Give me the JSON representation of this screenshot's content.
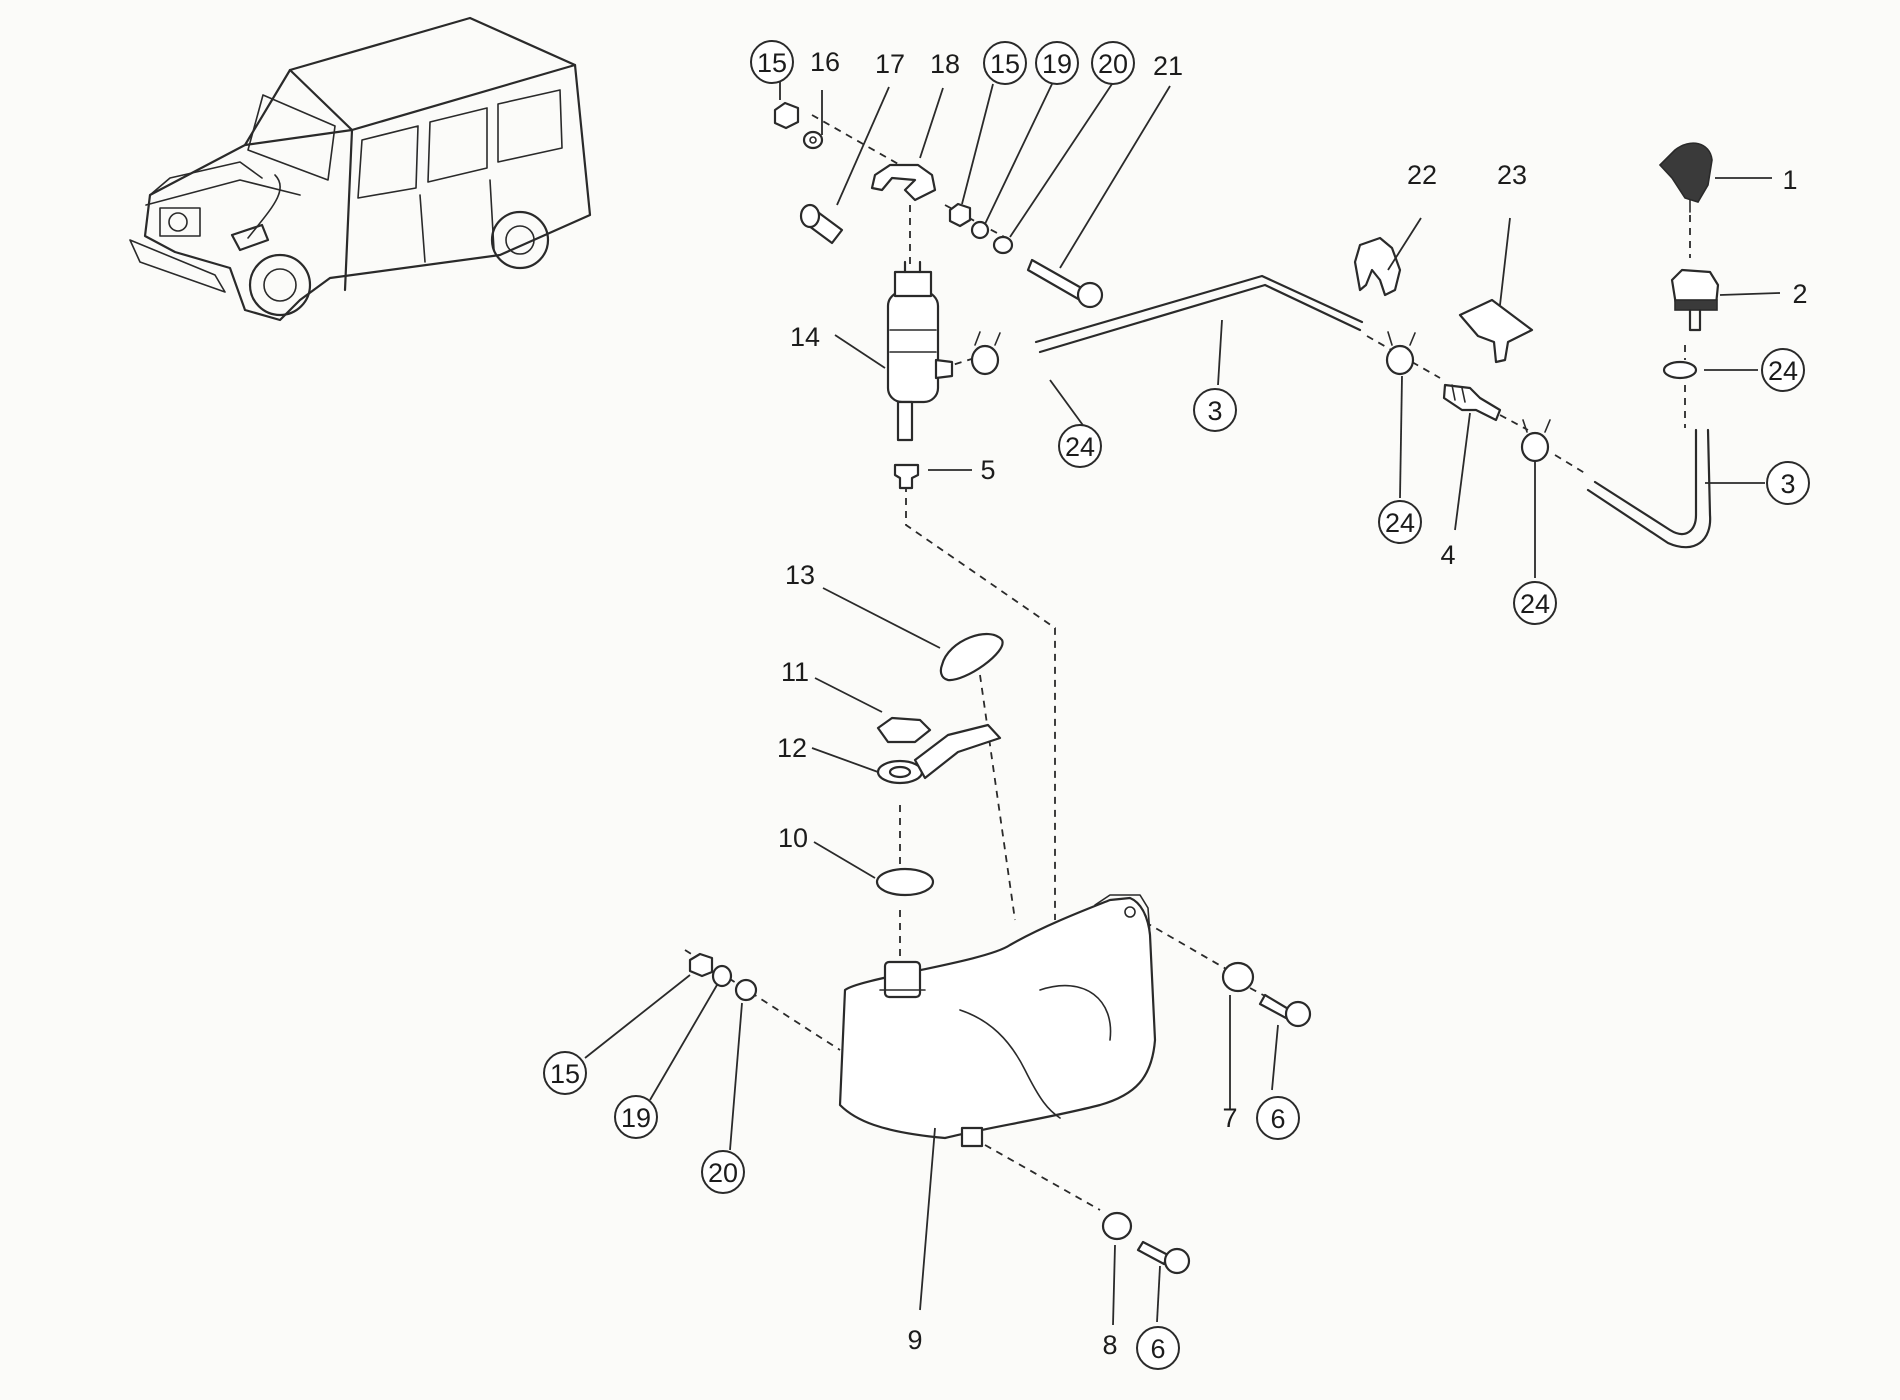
{
  "labels": [
    {
      "id": "1",
      "text": "1",
      "circled": false
    },
    {
      "id": "2",
      "text": "2",
      "circled": false
    },
    {
      "id": "3a",
      "text": "3",
      "circled": true
    },
    {
      "id": "3b",
      "text": "3",
      "circled": true
    },
    {
      "id": "4",
      "text": "4",
      "circled": false
    },
    {
      "id": "5",
      "text": "5",
      "circled": false
    },
    {
      "id": "6a",
      "text": "6",
      "circled": true
    },
    {
      "id": "6b",
      "text": "6",
      "circled": true
    },
    {
      "id": "7",
      "text": "7",
      "circled": false
    },
    {
      "id": "8",
      "text": "8",
      "circled": false
    },
    {
      "id": "9",
      "text": "9",
      "circled": false
    },
    {
      "id": "10",
      "text": "10",
      "circled": false
    },
    {
      "id": "11",
      "text": "11",
      "circled": false
    },
    {
      "id": "12",
      "text": "12",
      "circled": false
    },
    {
      "id": "13",
      "text": "13",
      "circled": false
    },
    {
      "id": "14",
      "text": "14",
      "circled": false
    },
    {
      "id": "15a",
      "text": "15",
      "circled": true
    },
    {
      "id": "15b",
      "text": "15",
      "circled": true
    },
    {
      "id": "15c",
      "text": "15",
      "circled": true
    },
    {
      "id": "16",
      "text": "16",
      "circled": false
    },
    {
      "id": "17",
      "text": "17",
      "circled": false
    },
    {
      "id": "18",
      "text": "18",
      "circled": false
    },
    {
      "id": "19a",
      "text": "19",
      "circled": true
    },
    {
      "id": "19b",
      "text": "19",
      "circled": true
    },
    {
      "id": "20a",
      "text": "20",
      "circled": true
    },
    {
      "id": "20b",
      "text": "20",
      "circled": true
    },
    {
      "id": "21",
      "text": "21",
      "circled": false
    },
    {
      "id": "22",
      "text": "22",
      "circled": false
    },
    {
      "id": "23",
      "text": "23",
      "circled": false
    },
    {
      "id": "24a",
      "text": "24",
      "circled": true
    },
    {
      "id": "24b",
      "text": "24",
      "circled": true
    },
    {
      "id": "24c",
      "text": "24",
      "circled": true
    },
    {
      "id": "24d",
      "text": "24",
      "circled": true
    }
  ]
}
